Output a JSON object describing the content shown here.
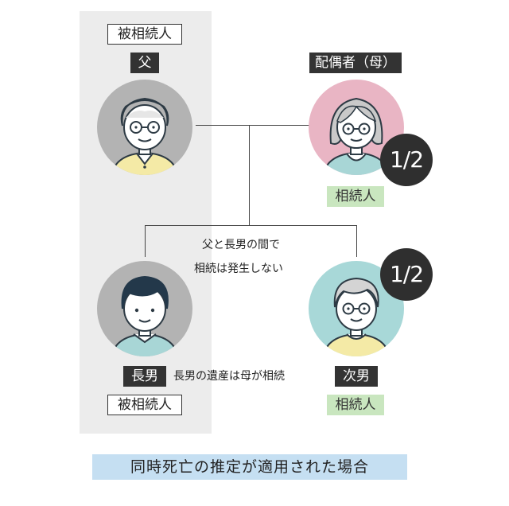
{
  "father": {
    "role_label": "被相続人",
    "name_label": "父",
    "icon": "elderly-man-glasses"
  },
  "spouse": {
    "name_label": "配偶者（母）",
    "share": "1/2",
    "status_label": "相続人",
    "icon": "elderly-woman-glasses"
  },
  "eldest_son": {
    "name_label": "長男",
    "role_label": "被相続人",
    "note": "長男の遺産は母が相続",
    "icon": "young-man"
  },
  "second_son": {
    "name_label": "次男",
    "share": "1/2",
    "status_label": "相続人",
    "icon": "man-glasses"
  },
  "relation_note": {
    "line1": "父と長男の間で",
    "line2": "相続は発生しない"
  },
  "footer": {
    "caption": "同時死亡の推定が適用された場合"
  },
  "colors": {
    "panel": "#ececec",
    "father_circle": "#b3b3b3",
    "spouse_circle": "#e9b5c4",
    "eldest_son_circle": "#b3b3b3",
    "second_son_circle": "#a8d8d8",
    "heir_label": "#c9e6bf",
    "footer_banner": "#c5dff2",
    "badge": "#2f2f2f"
  }
}
